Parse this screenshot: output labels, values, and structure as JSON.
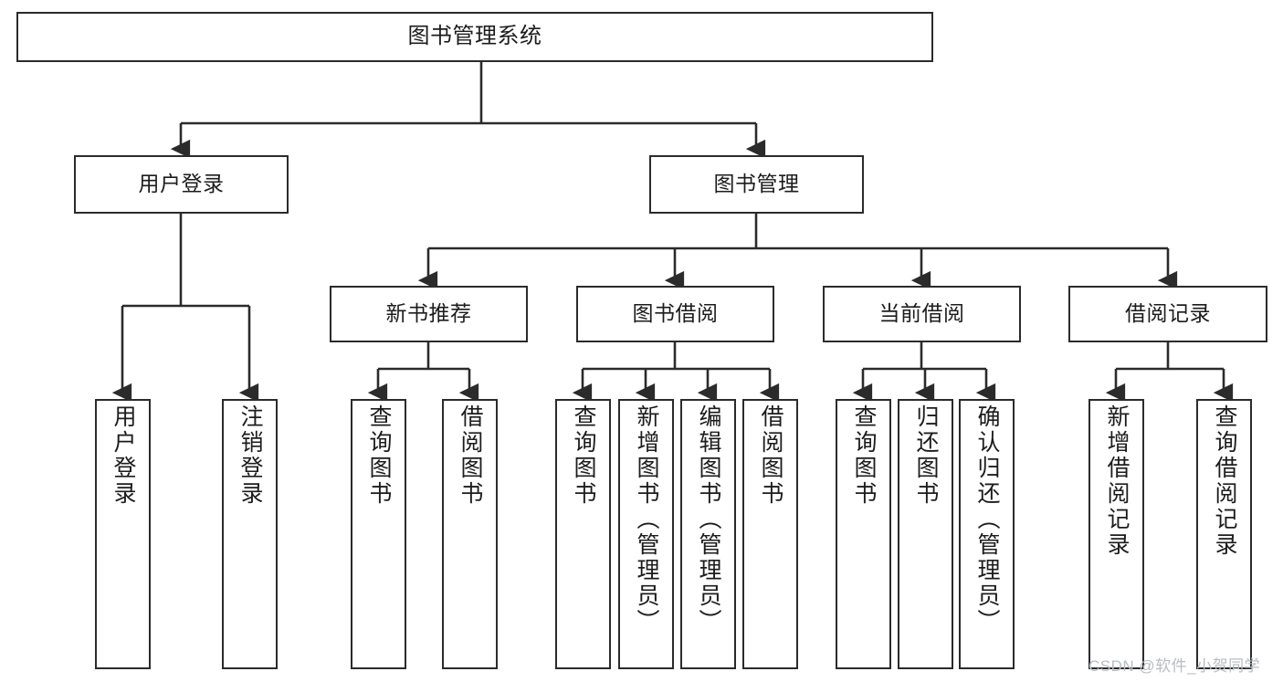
{
  "diagram": {
    "title": "图书管理系统",
    "type": "hierarchy-tree",
    "watermark": "CSDN @软件_小贺同学",
    "colors": {
      "box_border": "#2b2b2b",
      "box_fill": "#ffffff",
      "connector": "#2b2b2b",
      "text": "#1c1c1c",
      "watermark": "#b9bcc0",
      "background": "#ffffff"
    },
    "nodes": {
      "root": "图书管理系统",
      "level2": [
        "用户登录",
        "图书管理"
      ],
      "level3": [
        "新书推荐",
        "图书借阅",
        "当前借阅",
        "借阅记录"
      ],
      "leaves": {
        "user_login": [
          "用户登录",
          "注销登录"
        ],
        "new_book_recommend": [
          "查询图书",
          "借阅图书"
        ],
        "book_borrow": [
          "查询图书",
          "新增图书（管理员）",
          "编辑图书（管理员）",
          "借阅图书"
        ],
        "current_borrow": [
          "查询图书",
          "归还图书",
          "确认归还（管理员）"
        ],
        "borrow_record": [
          "新增借阅记录",
          "查询借阅记录"
        ]
      }
    }
  }
}
